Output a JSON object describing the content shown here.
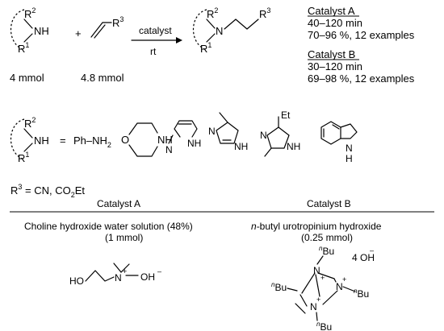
{
  "scheme": {
    "amine": {
      "r2": "R",
      "r2_sup": "2",
      "nh": "NH",
      "r1": "R",
      "r1_sup": "1"
    },
    "alkene": {
      "r3": "R",
      "r3_sup": "3"
    },
    "plus": "+",
    "arrow_top": "catalyst",
    "arrow_bottom": "rt",
    "product": {
      "r2": "R",
      "r2_sup": "2",
      "n": "N",
      "r1": "R",
      "r1_sup": "1",
      "r3": "R",
      "r3_sup": "3"
    },
    "amount_amine": "4 mmol",
    "amount_alkene": "4.8 mmol"
  },
  "results": {
    "catalyst_a": {
      "title": "Catalyst A",
      "time": "40–120 min",
      "yield": "70–96 %, 12 examples"
    },
    "catalyst_b": {
      "title": "Catalyst B",
      "time": "30–120 min",
      "yield": "69–98 %, 12 examples"
    }
  },
  "amine_scope": {
    "lhs": {
      "r2": "R",
      "r2_sup": "2",
      "nh": "NH",
      "r1": "R",
      "r1_sup": "1"
    },
    "equals": "=",
    "aniline": "Ph–NH",
    "aniline_sub": "2",
    "morpholine": {
      "o": "O",
      "nh": "NH"
    },
    "imidazole": {
      "nh": "NH",
      "n": "N"
    },
    "methylimidazole": {
      "nh": "NH",
      "n": "N"
    },
    "ethylmethylimidazole": {
      "et": "Et",
      "nh": "NH",
      "n": "N"
    },
    "indole": {
      "n": "N",
      "h": "H"
    }
  },
  "r3_def": {
    "r": "R",
    "sup": "3",
    "text": " = CN, CO",
    "sub": "2",
    "tail": "Et"
  },
  "table": {
    "col_a_header": "Catalyst A",
    "col_b_header": "Catalyst B",
    "a_name": "Choline hydroxide water solution (48%)",
    "a_amount": "(1 mmol)",
    "b_name_italic": "n",
    "b_name": "-butyl urotropinium hydroxide",
    "b_amount": "(0.25 mmol)"
  },
  "choline": {
    "ho": "HO",
    "n": "N",
    "plus": "+",
    "oh": "OH",
    "minus": "–"
  },
  "urotropinium": {
    "bu": "Bu",
    "n_prefix": "n",
    "n": "N",
    "plus": "+",
    "counter": "4 OH",
    "minus": "–"
  }
}
